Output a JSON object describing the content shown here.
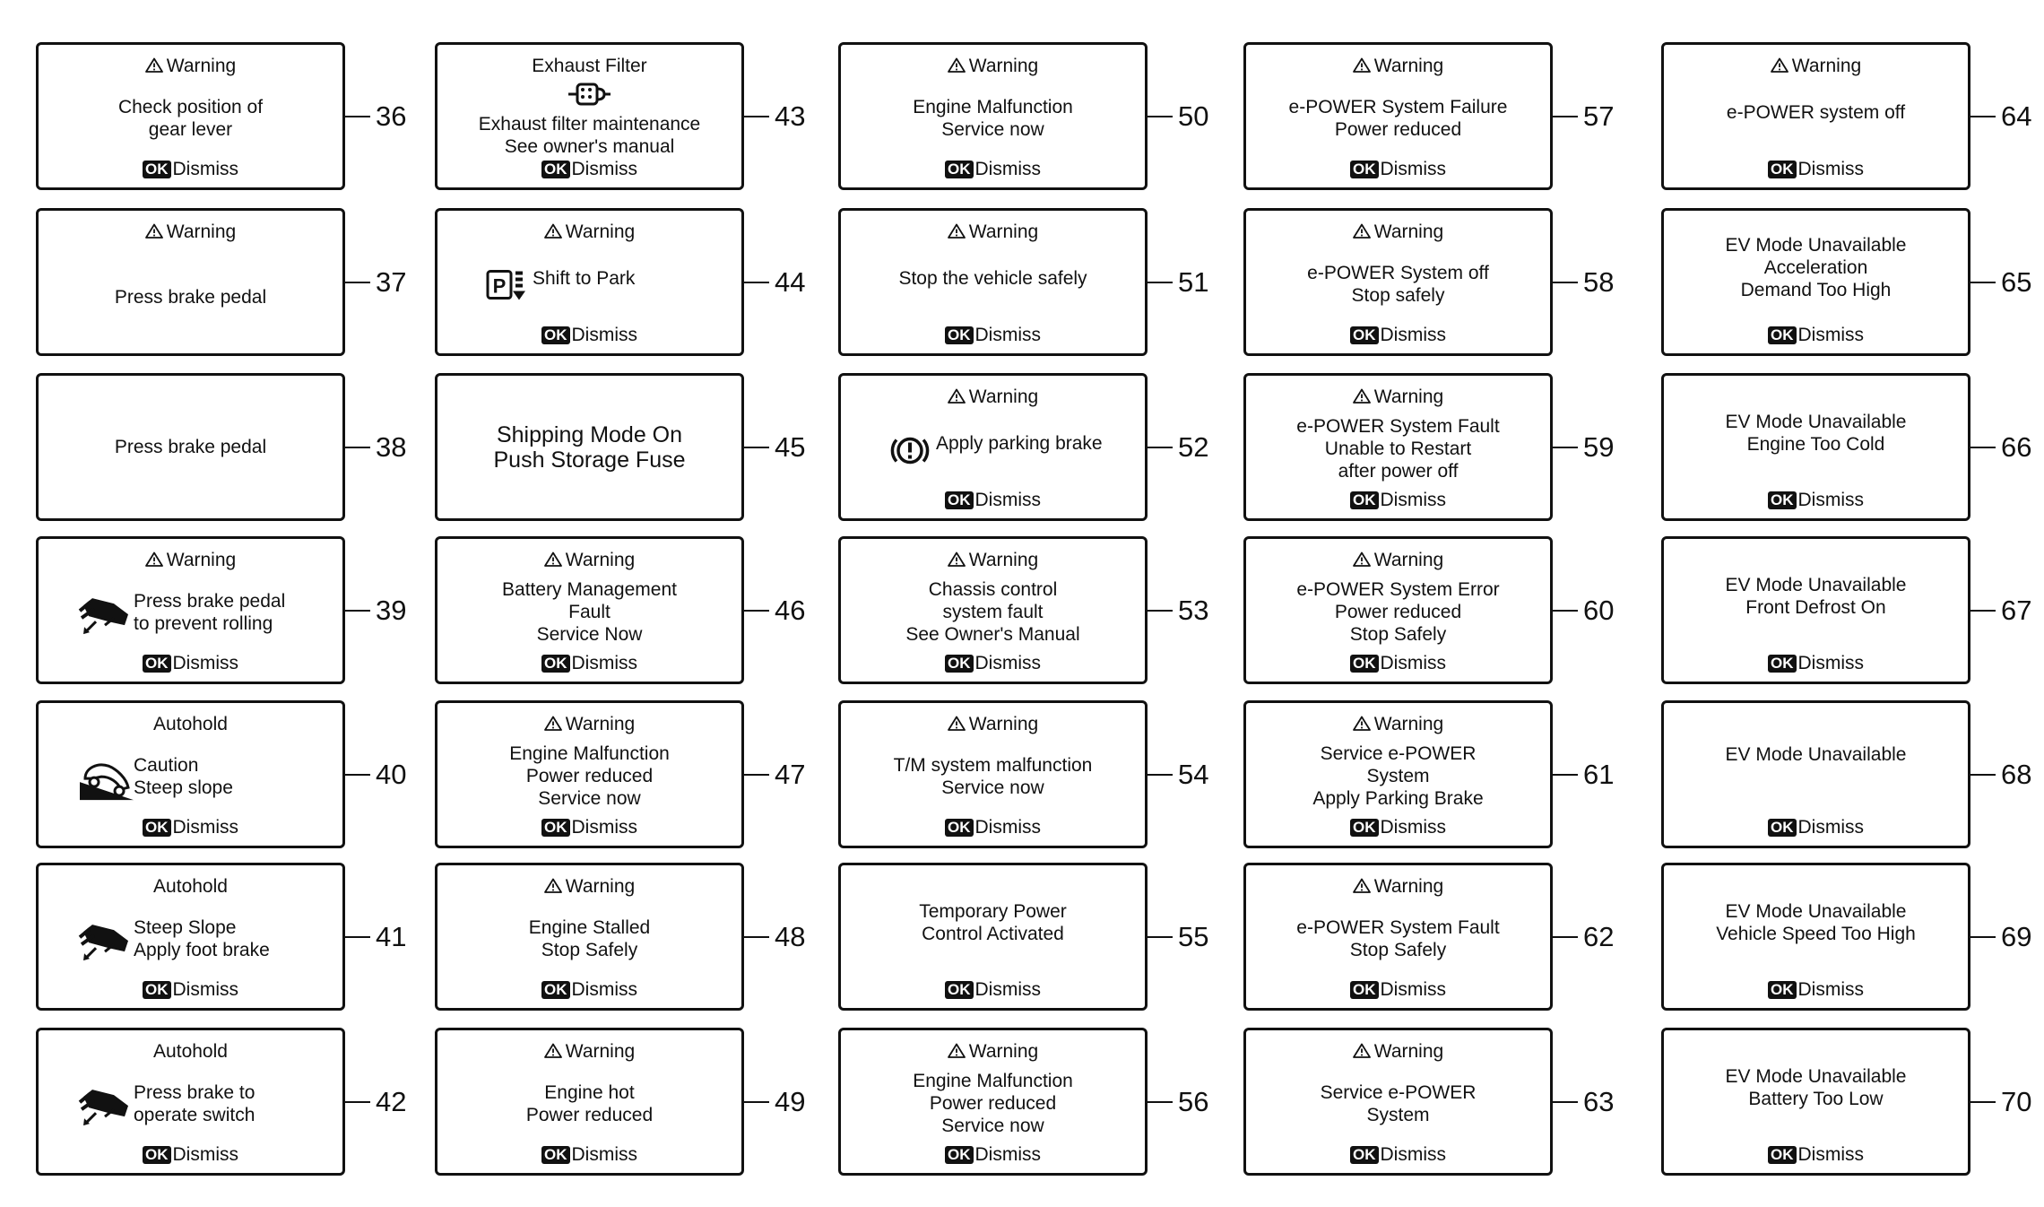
{
  "dismiss_label": "Dismiss",
  "ok_label": "OK",
  "panels": [
    {
      "number": "36",
      "title": "Warning",
      "lines": [
        "Check position of",
        "gear lever"
      ],
      "dismiss": true
    },
    {
      "number": "37",
      "title": "Warning",
      "lines": [
        "Press brake pedal"
      ],
      "dismiss": false
    },
    {
      "number": "38",
      "title": "",
      "lines": [
        "Press brake pedal"
      ],
      "dismiss": false
    },
    {
      "number": "39",
      "title": "Warning",
      "icon": "foot-brake-icon",
      "lines": [
        "Press brake pedal",
        "to prevent rolling"
      ],
      "dismiss": true
    },
    {
      "number": "40",
      "title": "Autohold",
      "icon": "steep-slope-icon",
      "lines": [
        "Caution",
        "Steep slope"
      ],
      "dismiss": true
    },
    {
      "number": "41",
      "title": "Autohold",
      "icon": "foot-brake-icon",
      "lines": [
        "Steep Slope",
        "Apply foot brake"
      ],
      "dismiss": true
    },
    {
      "number": "42",
      "title": "Autohold",
      "icon": "foot-brake-icon",
      "lines": [
        "Press brake to",
        "operate switch"
      ],
      "dismiss": true
    },
    {
      "number": "43",
      "title": "Exhaust Filter",
      "icon": "exhaust-filter-icon",
      "lines": [
        "Exhaust filter maintenance",
        "See owner's manual"
      ],
      "dismiss": true
    },
    {
      "number": "44",
      "title": "Warning",
      "icon": "park-icon",
      "lines": [
        "Shift to Park"
      ],
      "dismiss": true
    },
    {
      "number": "45",
      "title": "",
      "lines": [
        "Shipping Mode On",
        "Push Storage Fuse"
      ],
      "dismiss": false
    },
    {
      "number": "46",
      "title": "Warning",
      "lines": [
        "Battery Management",
        "Fault",
        "Service Now"
      ],
      "dismiss": true
    },
    {
      "number": "47",
      "title": "Warning",
      "lines": [
        "Engine Malfunction",
        "Power reduced",
        "Service now"
      ],
      "dismiss": true
    },
    {
      "number": "48",
      "title": "Warning",
      "lines": [
        "Engine Stalled",
        "Stop Safely"
      ],
      "dismiss": true
    },
    {
      "number": "49",
      "title": "Warning",
      "lines": [
        "Engine hot",
        "Power reduced"
      ],
      "dismiss": true
    },
    {
      "number": "50",
      "title": "Warning",
      "lines": [
        "Engine Malfunction",
        "Service now"
      ],
      "dismiss": true
    },
    {
      "number": "51",
      "title": "Warning",
      "lines": [
        "Stop the vehicle safely"
      ],
      "dismiss": true
    },
    {
      "number": "52",
      "title": "Warning",
      "icon": "parking-brake-icon",
      "lines": [
        "Apply parking brake"
      ],
      "dismiss": true
    },
    {
      "number": "53",
      "title": "Warning",
      "lines": [
        "Chassis control",
        "system fault",
        "See Owner's Manual"
      ],
      "dismiss": true
    },
    {
      "number": "54",
      "title": "Warning",
      "lines": [
        "T/M system malfunction",
        "Service now"
      ],
      "dismiss": true
    },
    {
      "number": "55",
      "title": "",
      "lines": [
        "Temporary Power",
        "Control Activated"
      ],
      "dismiss": true
    },
    {
      "number": "56",
      "title": "Warning",
      "lines": [
        "Engine Malfunction",
        "Power reduced",
        "Service now"
      ],
      "dismiss": true
    },
    {
      "number": "57",
      "title": "Warning",
      "lines": [
        "e-POWER System Failure",
        "Power reduced"
      ],
      "dismiss": true
    },
    {
      "number": "58",
      "title": "Warning",
      "lines": [
        "e-POWER System off",
        "Stop safely"
      ],
      "dismiss": true
    },
    {
      "number": "59",
      "title": "Warning",
      "lines": [
        "e-POWER System Fault",
        "Unable to Restart",
        "after power off"
      ],
      "dismiss": true
    },
    {
      "number": "60",
      "title": "Warning",
      "lines": [
        "e-POWER System Error",
        "Power reduced",
        "Stop Safely"
      ],
      "dismiss": true
    },
    {
      "number": "61",
      "title": "Warning",
      "lines": [
        "Service e-POWER",
        "System",
        "Apply Parking Brake"
      ],
      "dismiss": true
    },
    {
      "number": "62",
      "title": "Warning",
      "lines": [
        "e-POWER System Fault",
        "Stop Safely"
      ],
      "dismiss": true
    },
    {
      "number": "63",
      "title": "Warning",
      "lines": [
        "Service e-POWER",
        "System"
      ],
      "dismiss": true
    },
    {
      "number": "64",
      "title": "Warning",
      "lines": [
        "e-POWER system off"
      ],
      "dismiss": true
    },
    {
      "number": "65",
      "title": "",
      "lines": [
        "EV Mode Unavailable",
        "Acceleration",
        "Demand Too High"
      ],
      "dismiss": true
    },
    {
      "number": "66",
      "title": "",
      "lines": [
        "EV Mode Unavailable",
        "Engine Too Cold"
      ],
      "dismiss": true
    },
    {
      "number": "67",
      "title": "",
      "lines": [
        "EV Mode Unavailable",
        "Front Defrost On"
      ],
      "dismiss": true
    },
    {
      "number": "68",
      "title": "",
      "lines": [
        "EV Mode Unavailable"
      ],
      "dismiss": true
    },
    {
      "number": "69",
      "title": "",
      "lines": [
        "EV Mode Unavailable",
        "Vehicle Speed Too High"
      ],
      "dismiss": true
    },
    {
      "number": "70",
      "title": "",
      "lines": [
        "EV Mode Unavailable",
        "Battery Too Low"
      ],
      "dismiss": true
    }
  ]
}
